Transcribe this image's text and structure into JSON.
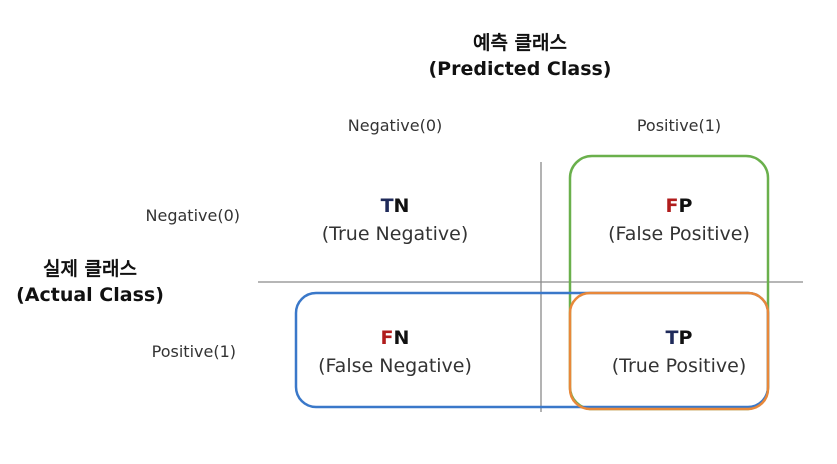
{
  "predicted": {
    "title_line1": "예측 클래스",
    "title_line2": "(Predicted Class)",
    "col_negative": "Negative(0)",
    "col_positive": "Positive(1)"
  },
  "actual": {
    "title_line1": "실제 클래스",
    "title_line2": "(Actual Class)",
    "row_negative": "Negative(0)",
    "row_positive": "Positive(1)"
  },
  "cells": {
    "tn": {
      "first_letter": "T",
      "second_letter": "N",
      "full": "(True Negative)"
    },
    "fp": {
      "first_letter": "F",
      "second_letter": "P",
      "full": "(False Positive)"
    },
    "fn": {
      "first_letter": "F",
      "second_letter": "N",
      "full": "(False Negative)"
    },
    "tp": {
      "first_letter": "T",
      "second_letter": "P",
      "full": "(True Positive)"
    }
  },
  "colors": {
    "true_letter": "#1f2a5a",
    "false_letter": "#b01c1c",
    "second_letter": "#111111",
    "axis_lines": "#8a8a8a",
    "green_box": "#6ab04c",
    "blue_box": "#3a78c9",
    "orange_box": "#e8883a"
  }
}
